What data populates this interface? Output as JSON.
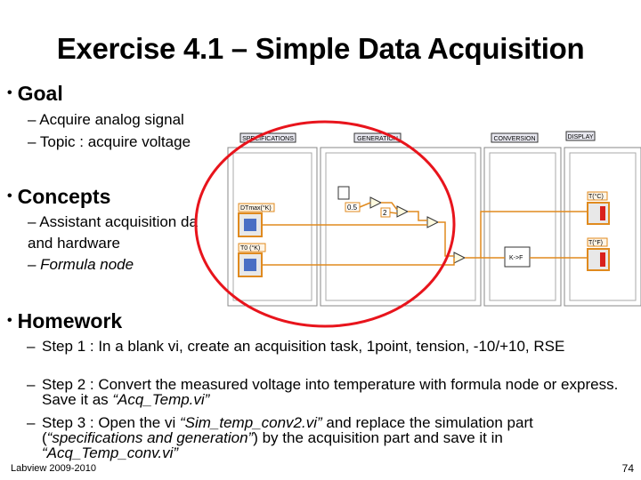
{
  "title": "Exercise 4.1 – Simple Data Acquisition",
  "goal": {
    "heading": "Goal",
    "items": [
      "– Acquire analog signal",
      "– Topic : acquire voltage"
    ]
  },
  "concepts": {
    "heading": "Concepts",
    "items": [
      "– Assistant acquisition da",
      "and hardware",
      "– Formula node"
    ]
  },
  "homework": {
    "heading": "Homework",
    "steps": [
      {
        "dash": "–",
        "text": "Step 1 : In a blank vi, create an acquisition task, 1point, tension, -10/+10, RSE"
      },
      {
        "dash": "–",
        "text": "Step 2 : Convert the measured voltage into temperature with formula node or express. Save it as “Acq_Temp.vi”"
      },
      {
        "dash": "–",
        "text": "Step 3 : Open the vi “Sim_temp_conv2.vi” and replace the simulation part (“specifications and generation”) by the acquisition part and save it in “Acq_Temp_conv.vi”"
      }
    ]
  },
  "diagram": {
    "labels": {
      "specifications": "SPECIFICATIONS",
      "generation": "GENERATION",
      "conversion": "CONVERSION",
      "display": "DISPLAY",
      "tmax": "DTmax(°K)",
      "t0": "T0 (°K)",
      "const_half": "0.5",
      "const_two": "2",
      "k_to_f": "K->F",
      "t_c": "T(°C)",
      "t_f": "T(°F)"
    },
    "highlight_color": "#e8141c",
    "wire_color": "#e08a1e"
  },
  "footer": "Labview 2009-2010",
  "page_number": "74"
}
